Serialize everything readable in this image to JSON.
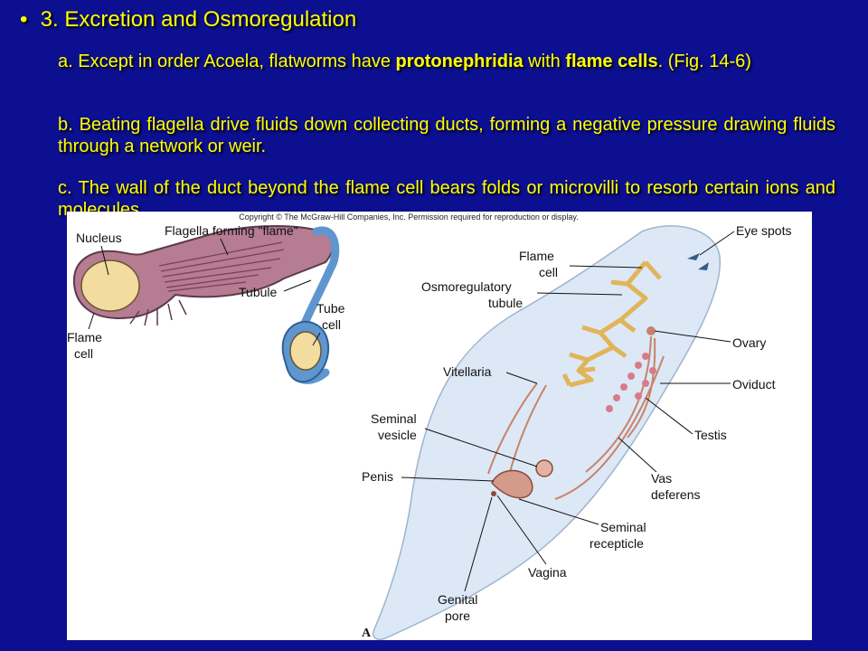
{
  "heading": {
    "bullet": "•",
    "text": "3. Excretion and Osmoregulation"
  },
  "para_a": {
    "pre": "a. Except in order Acoela, flatworms have ",
    "bold1": "protonephridia",
    "mid": " with ",
    "bold2": "flame cells",
    "post": ". (Fig. 14-6)"
  },
  "para_b": {
    "text": "b. Beating flagella drive fluids down collecting ducts, forming a negative pressure drawing fluids through a network or weir."
  },
  "para_c": {
    "text": "c. The wall of the duct beyond the flame cell bears folds or microvilli to resorb certain ions and molecules."
  },
  "figure": {
    "copyright": "Copyright © The McGraw-Hill Companies, Inc. Permission required for reproduction or display.",
    "panel_letter": "A",
    "flame_cell_labels": {
      "nucleus": "Nucleus",
      "flagella": "Flagella forming \"flame\"",
      "tubule": "Tubule",
      "tube_cell_1": "Tube",
      "tube_cell_2": "cell",
      "flame_cell_1": "Flame",
      "flame_cell_2": "cell"
    },
    "worm_labels": {
      "flame_cell_1": "Flame",
      "flame_cell_2": "cell",
      "osmo_1": "Osmoregulatory",
      "osmo_2": "tubule",
      "eye_spots": "Eye spots",
      "ovary": "Ovary",
      "vitellaria": "Vitellaria",
      "oviduct": "Oviduct",
      "seminal_vesicle_1": "Seminal",
      "seminal_vesicle_2": "vesicle",
      "testis": "Testis",
      "penis": "Penis",
      "vas_1": "Vas",
      "vas_2": "deferens",
      "seminal_recepticle_1": "Seminal",
      "seminal_recepticle_2": "recepticle",
      "vagina": "Vagina",
      "genital_pore_1": "Genital",
      "genital_pore_2": "pore"
    }
  },
  "colors": {
    "background": "#0c0f8f",
    "text": "#ffff00",
    "cell_purple": "#b57c92",
    "nucleus_fill": "#f2dca0",
    "tubule_blue": "#5f96cf",
    "worm_body": "#dce8f6",
    "reproductive": "#c9826a",
    "osmoregulatory": "#e2b45a"
  }
}
